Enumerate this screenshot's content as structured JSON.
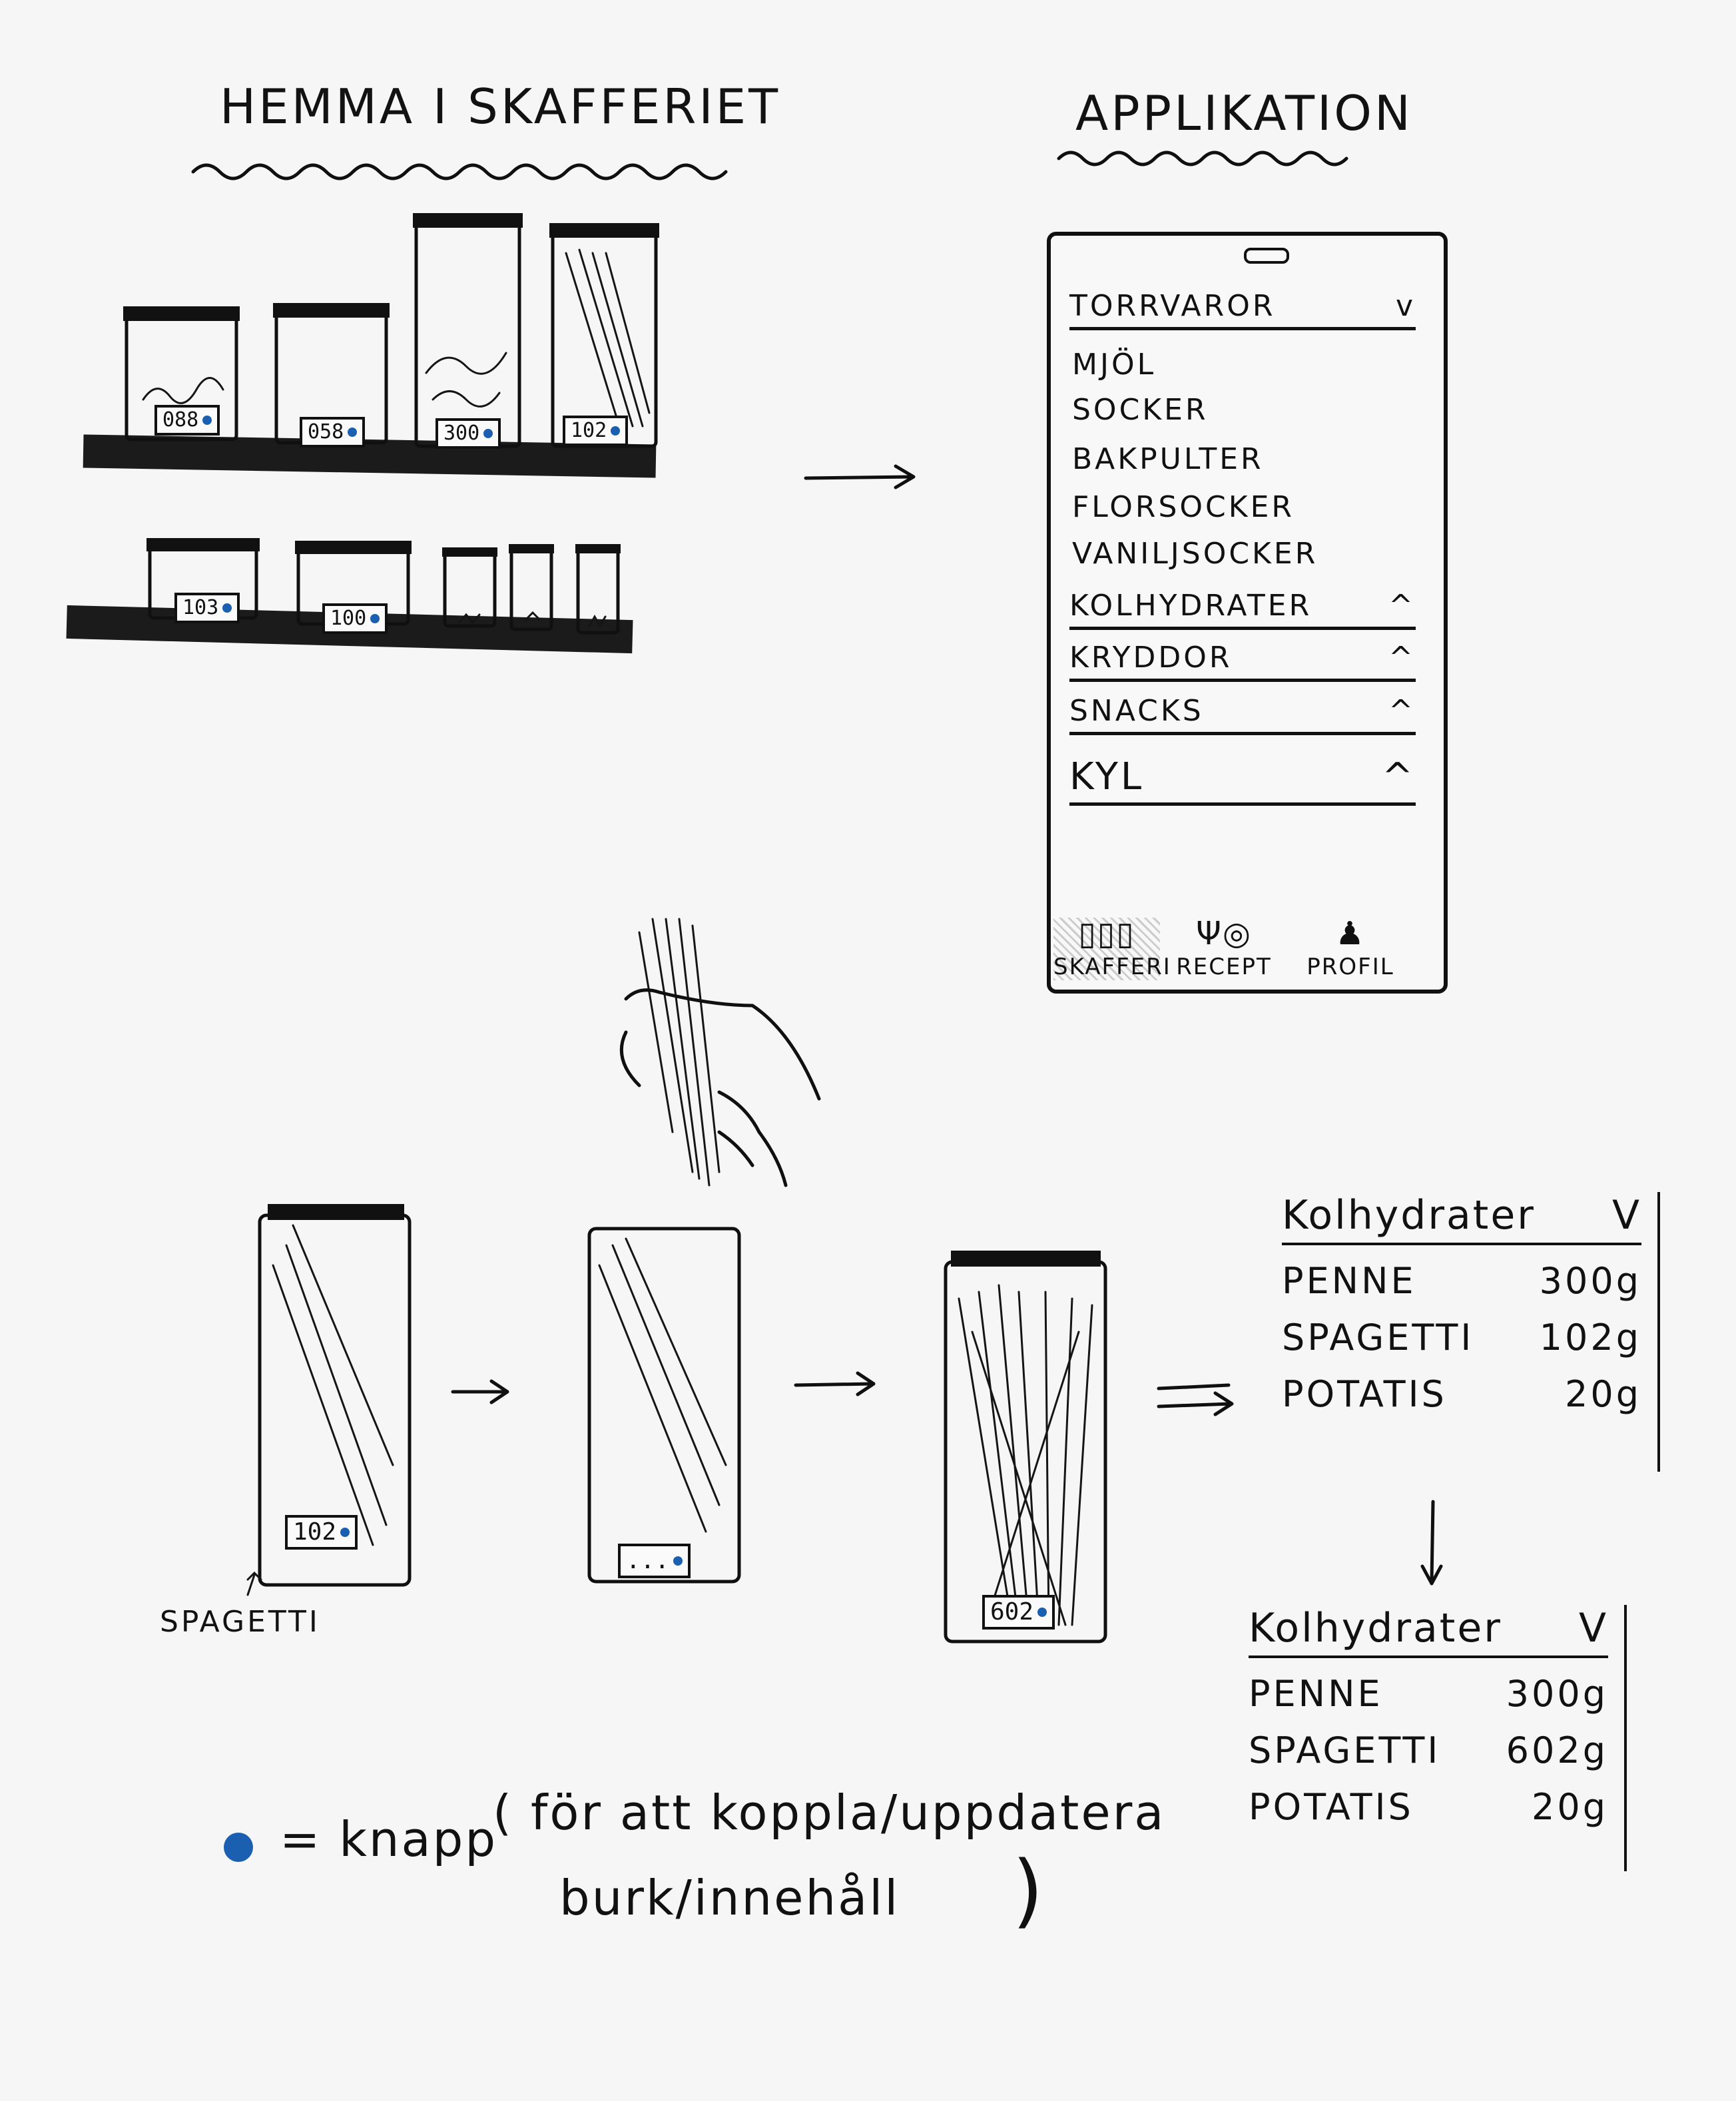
{
  "headings": {
    "left": "HEMMA I SKAFFERIET",
    "right": "APPLIKATION"
  },
  "shelf_jars": {
    "top": [
      "088",
      "058",
      "300",
      "102"
    ],
    "bottom": [
      "103",
      "100"
    ]
  },
  "app": {
    "categories": [
      {
        "label": "TORRVAROR",
        "chevron": "v",
        "items": [
          "MJÖL",
          "SOCKER",
          "BAKPULTER",
          "FLORSOCKER",
          "VANILJSOCKER"
        ]
      },
      {
        "label": "KOLHYDRATER",
        "chevron": "^"
      },
      {
        "label": "KRYDDOR",
        "chevron": "^"
      },
      {
        "label": "SNACKS",
        "chevron": "^"
      },
      {
        "label": "KYL",
        "chevron": "^"
      }
    ],
    "nav": [
      {
        "label": "SKAFFERI",
        "icon": "jars-icon"
      },
      {
        "label": "RECEPT",
        "icon": "plate-icon"
      },
      {
        "label": "PROFIL",
        "icon": "person-icon"
      }
    ]
  },
  "sequence": {
    "jar1_label": "102",
    "jar1_caption": "SPAGETTI",
    "jar2_label": "...",
    "jar3_label": "602"
  },
  "table_before": {
    "title": "Kolhydrater",
    "chevron": "V",
    "rows": [
      [
        "PENNE",
        "300g"
      ],
      [
        "SPAGETTI",
        "102g"
      ],
      [
        "POTATIS",
        "20g"
      ]
    ]
  },
  "table_after": {
    "title": "Kolhydrater",
    "chevron": "V",
    "rows": [
      [
        "PENNE",
        "300g"
      ],
      [
        "SPAGETTI",
        "602g"
      ],
      [
        "POTATIS",
        "20g"
      ]
    ]
  },
  "legend": {
    "line1": "= knapp",
    "line2": "( för att koppla/uppdatera",
    "line3": "burk/innehåll",
    "close": ")"
  },
  "colors": {
    "ink": "#111111",
    "button_dot": "#1a5fb0",
    "paper": "#f6f6f7"
  }
}
